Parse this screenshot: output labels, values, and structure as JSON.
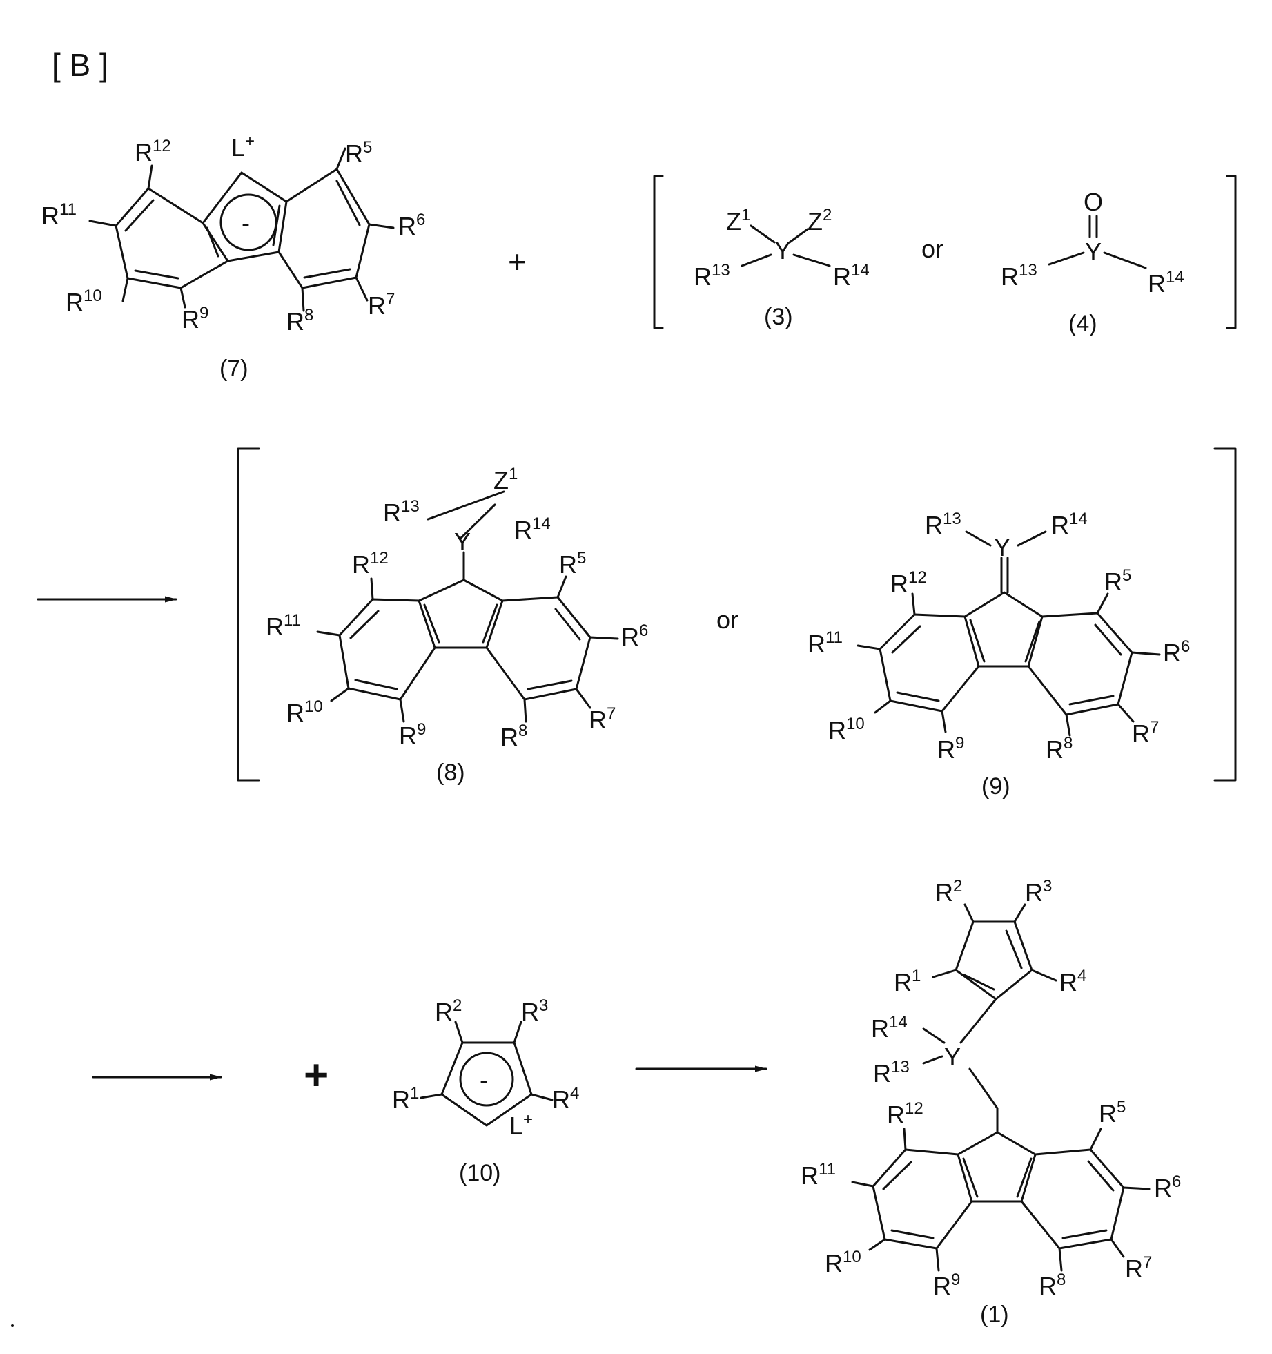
{
  "scheme_label": "[ B ]",
  "operators": {
    "plus": "+",
    "or": "or"
  },
  "atoms": {
    "R": "R",
    "Z": "Z",
    "Y": "Y",
    "O": "O",
    "L": "L",
    "charge_plus": "+",
    "charge_minus": "-"
  },
  "compounds": {
    "c7": "(7)",
    "c3": "(3)",
    "c4": "(4)",
    "c8": "(8)",
    "c9": "(9)",
    "c10": "(10)",
    "c1": "(1)"
  },
  "superscripts": {
    "r1": "1",
    "r2": "2",
    "r3": "3",
    "r4": "4",
    "r5": "5",
    "r6": "6",
    "r7": "7",
    "r8": "8",
    "r9": "9",
    "r10": "10",
    "r11": "11",
    "r12": "12",
    "r13": "13",
    "r14": "14",
    "z1": "1",
    "z2": "2"
  }
}
